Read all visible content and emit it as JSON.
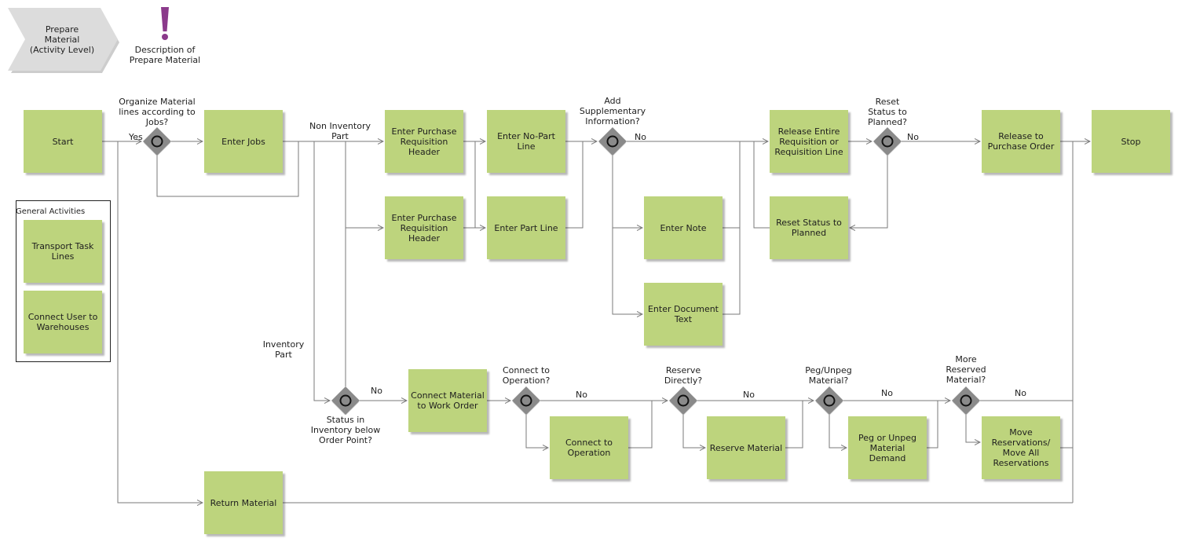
{
  "header": {
    "process_title": "Prepare\nMaterial\n(Activity Level)",
    "description_label": "Description of\nPrepare Material"
  },
  "general_activities": {
    "title": "General Activities",
    "items": [
      "Transport Task\nLines",
      "Connect User to\nWarehouses"
    ]
  },
  "activities": {
    "start": "Start",
    "enter_jobs": "Enter Jobs",
    "enter_pr_header_1": "Enter Purchase\nRequisition\nHeader",
    "enter_pr_header_2": "Enter Purchase\nRequisition\nHeader",
    "enter_no_part_line": "Enter No-Part\nLine",
    "enter_part_line": "Enter Part Line",
    "enter_note": "Enter Note",
    "enter_document_text": "Enter Document\nText",
    "release_requisition": "Release Entire\nRequisition or\nRequisition Line",
    "reset_status": "Reset Status to\nPlanned",
    "release_po": "Release to\nPurchase Order",
    "stop": "Stop",
    "connect_material": "Connect Material\nto Work Order",
    "connect_operation": "Connect to\nOperation",
    "reserve_material": "Reserve Material",
    "peg_unpeg": "Peg or Unpeg\nMaterial Demand",
    "move_reservations": "Move\nReservations/\nMove All\nReservations",
    "return_material": "Return Material"
  },
  "decisions": {
    "organize": "Organize Material\nlines according to\nJobs?",
    "supplementary": "Add\nSupplementary\nInformation?",
    "reset_q": "Reset\nStatus to\nPlanned?",
    "status_inventory": "Status in\nInventory below\nOrder Point?",
    "connect_op_q": "Connect to\nOperation?",
    "reserve_q": "Reserve\nDirectly?",
    "peg_q": "Peg/Unpeg\nMaterial?",
    "more_q": "More\nReserved\nMaterial?"
  },
  "flow_labels": {
    "yes": "Yes",
    "non_inventory": "Non Inventory\nPart",
    "inventory": "Inventory\nPart",
    "no_supplementary": "No",
    "no_reset": "No",
    "no_status": "No",
    "no_connect": "No",
    "no_reserve": "No",
    "no_peg": "No",
    "no_more": "No"
  },
  "colors": {
    "activity_fill": "#bdd47d",
    "gateway_fill": "#8a8a8a",
    "connector": "#7a7a7a",
    "chevron_fill": "#dcdcdc",
    "info_mark": "#8b3a8b"
  }
}
